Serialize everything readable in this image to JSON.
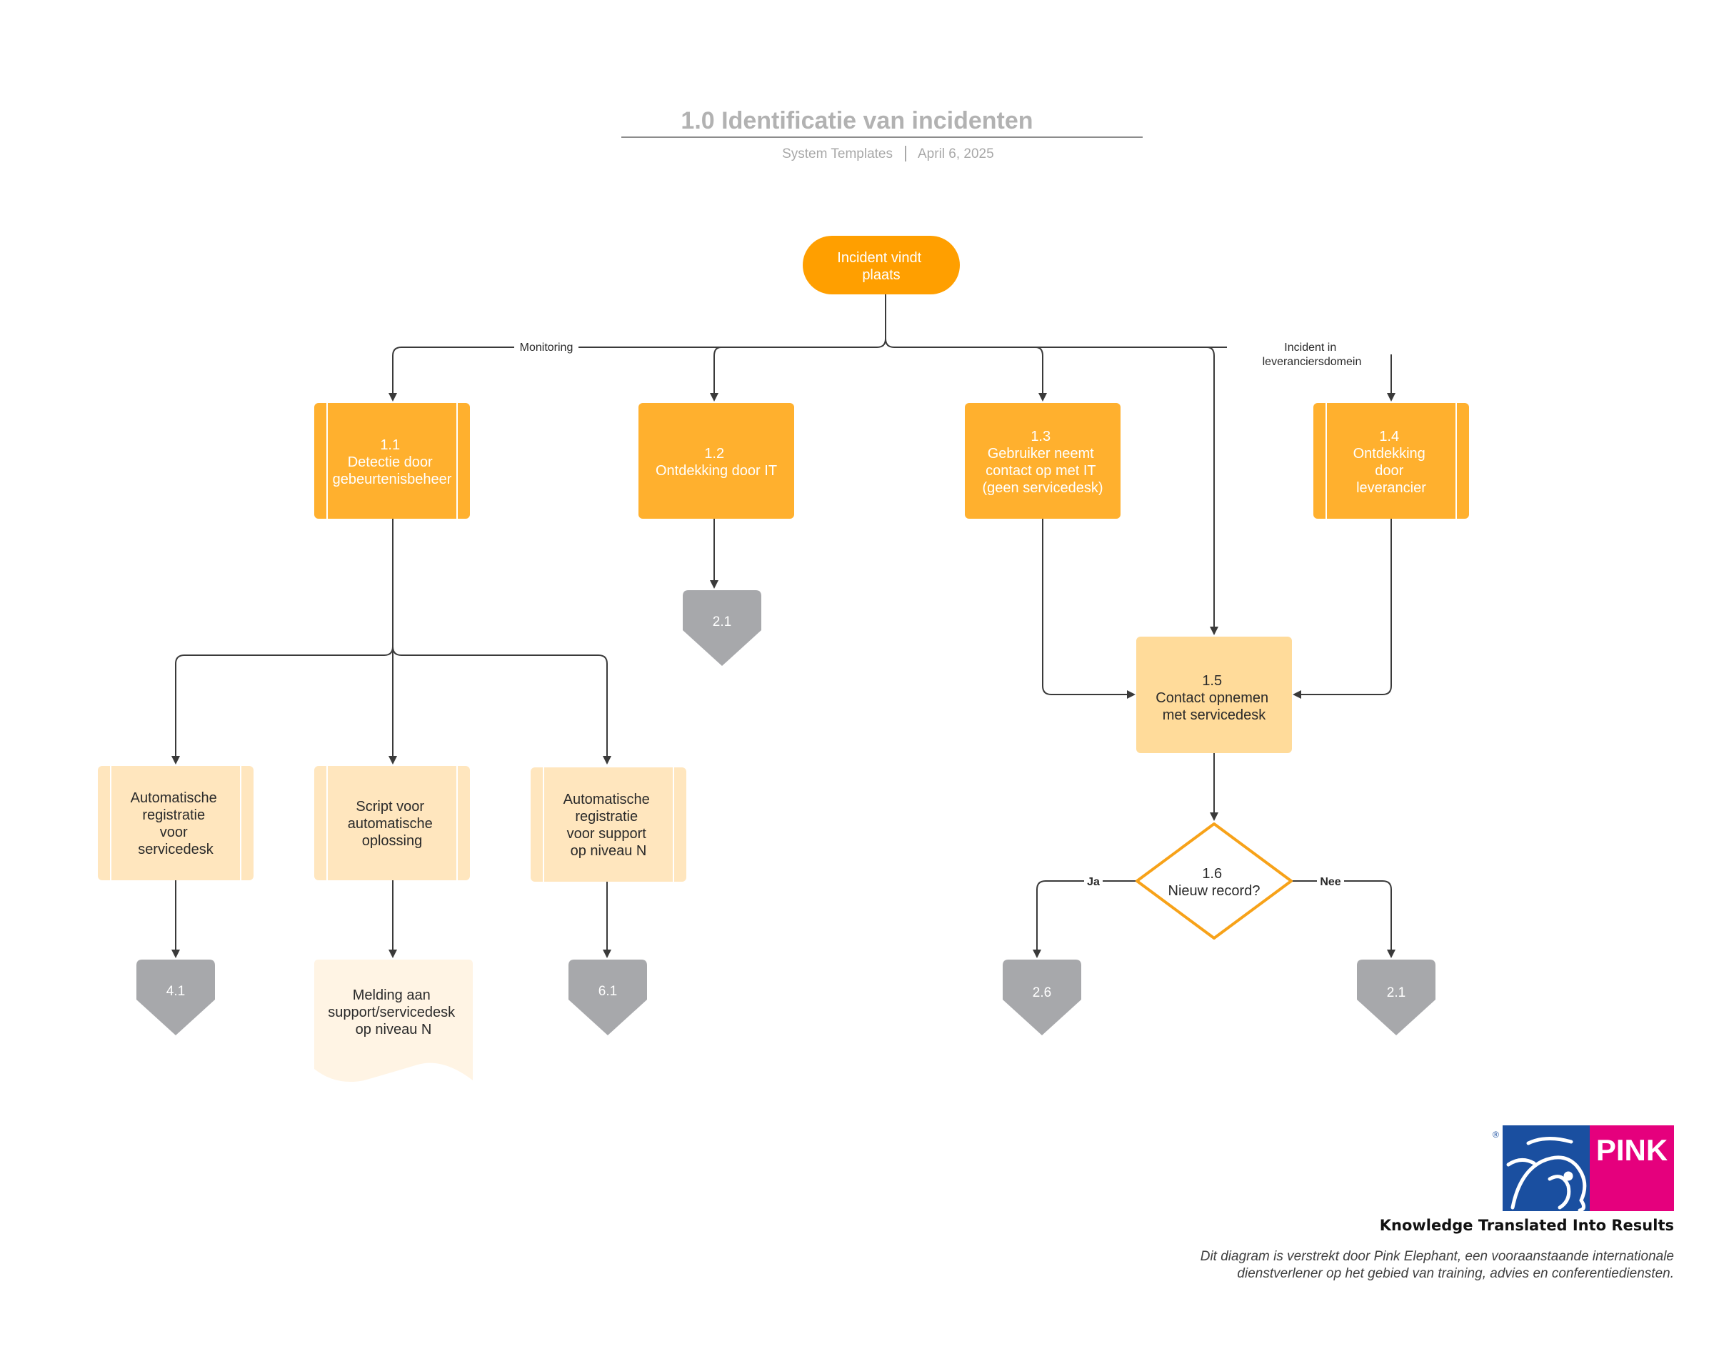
{
  "title": "1.0 Identificatie van incidenten",
  "subtitle": {
    "source": "System Templates",
    "date": "April 6, 2025"
  },
  "nodes": {
    "start": {
      "lines": [
        "Incident vindt",
        "plaats"
      ]
    },
    "n11": {
      "lines": [
        "1.1",
        "Detectie door",
        "gebeurtenisbeheer"
      ]
    },
    "n12": {
      "lines": [
        "1.2",
        "Ontdekking door IT"
      ]
    },
    "n13": {
      "lines": [
        "1.3",
        "Gebruiker neemt",
        "contact op met IT",
        "(geen servicedesk)"
      ]
    },
    "n14": {
      "lines": [
        "1.4",
        "Ontdekking",
        "door",
        "leverancier"
      ]
    },
    "n15": {
      "lines": [
        "1.5",
        "Contact opnemen",
        "met servicedesk"
      ]
    },
    "n16": {
      "lines": [
        "1.6",
        "Nieuw record?"
      ]
    },
    "auto1": {
      "lines": [
        "Automatische",
        "registratie",
        "voor",
        "servicedesk"
      ]
    },
    "script": {
      "lines": [
        "Script voor",
        "automatische",
        "oplossing"
      ]
    },
    "auto2": {
      "lines": [
        "Automatische",
        "registratie",
        "voor support",
        "op niveau N"
      ]
    },
    "melding": {
      "lines": [
        "Melding aan",
        "support/servicedesk",
        "op niveau N"
      ]
    }
  },
  "refs": {
    "r21a": "2.1",
    "r41": "4.1",
    "r61": "6.1",
    "r26": "2.6",
    "r21b": "2.1"
  },
  "edge_labels": {
    "monitoring": "Monitoring",
    "leverancier": [
      "Incident in",
      "leveranciersdomein"
    ],
    "ja": "Ja",
    "nee": "Nee"
  },
  "colors": {
    "process": "#ffb02e",
    "process_light": "#ffdb9a",
    "process_pale": "#ffe6be",
    "document": "#fff4e4",
    "decision_stroke": "#f7a219",
    "start": "#ff9f00",
    "offpage": "#a7a8ab",
    "line": "#3a3a3a",
    "logo_blue": "#1a4fa0",
    "logo_pink": "#e5007d"
  },
  "logo": {
    "text": "PINK",
    "mark": "®"
  },
  "tagline": "Knowledge Translated Into Results",
  "footer": "Dit diagram is verstrekt door Pink Elephant, een vooraanstaande internationale dienstverlener op het gebied van training, advies en conferentiediensten."
}
